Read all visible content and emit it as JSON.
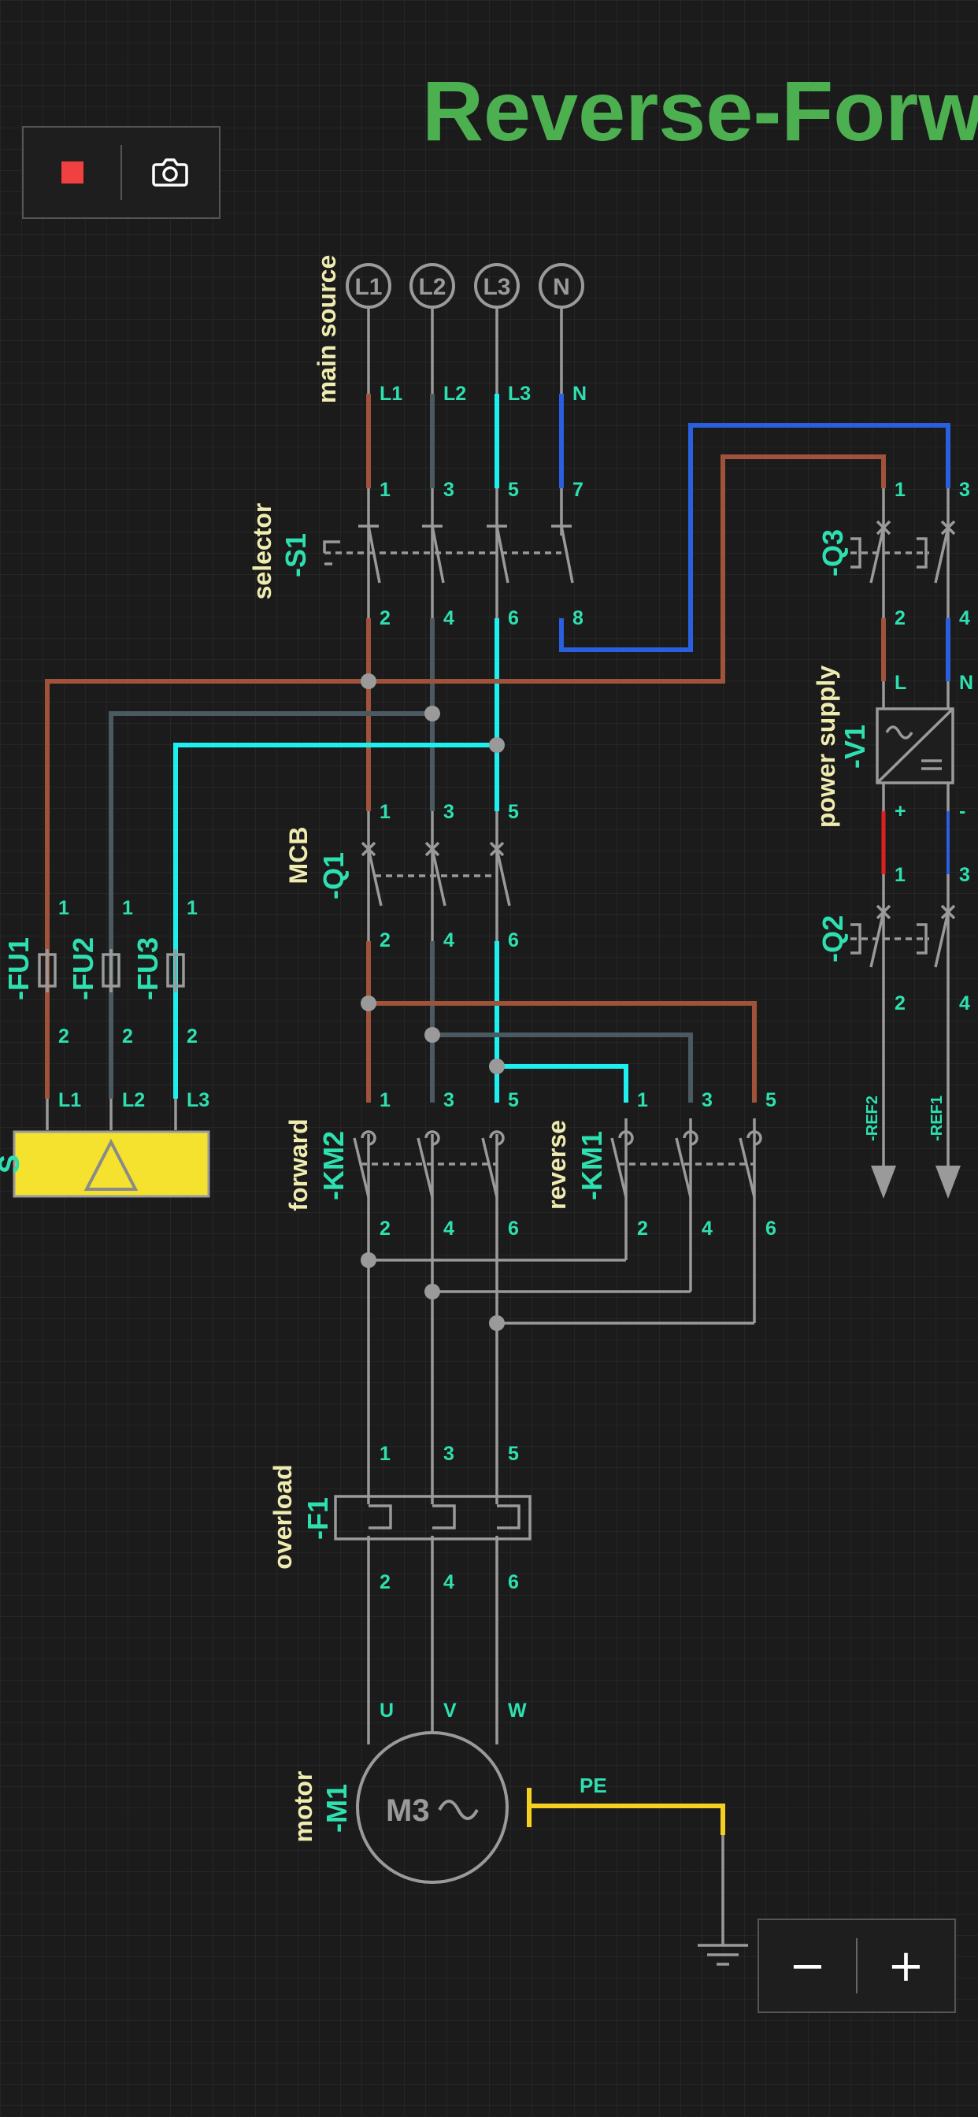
{
  "title": "Reverse-Forw",
  "colors": {
    "accent_green": "#4caf50",
    "label_teal": "#2ee0b0",
    "label_yellow": "#f0ecb0",
    "wire_gray": "#9a9a9a",
    "phase_brown": "#a0523a",
    "phase_slate": "#4a5a60",
    "phase_cyan": "#1ef0f0",
    "neutral_blue": "#2a5fe0",
    "earth_yellow": "#f5d020",
    "plus_red": "#e02020",
    "stop_red": "#f04040"
  },
  "toolbar": {
    "stop_icon": "stop-icon",
    "camera_icon": "camera-icon"
  },
  "zoom": {
    "out_label": "−",
    "in_label": "+"
  },
  "source": {
    "desc": "main source",
    "terminals": [
      "L1",
      "L2",
      "L3",
      "N"
    ],
    "lines": [
      "L1",
      "L2",
      "L3",
      "N"
    ]
  },
  "selector": {
    "desc": "selector",
    "tag": "-S1",
    "top_pins": [
      "1",
      "3",
      "5",
      "7"
    ],
    "bottom_pins": [
      "2",
      "4",
      "6",
      "8"
    ]
  },
  "mcb": {
    "desc": "MCB",
    "tag": "-Q1",
    "top_pins": [
      "1",
      "3",
      "5"
    ],
    "bottom_pins": [
      "2",
      "4",
      "6"
    ]
  },
  "fuses": {
    "tags": [
      "-FU1",
      "-FU2",
      "-FU3"
    ],
    "top_pins": [
      "1",
      "1",
      "1"
    ],
    "bottom_pins": [
      "2",
      "2",
      "2"
    ],
    "lines": [
      "L1",
      "L2",
      "L3"
    ],
    "partial_tag": "S"
  },
  "forward": {
    "desc": "forward",
    "tag": "-KM2",
    "top_pins": [
      "1",
      "3",
      "5"
    ],
    "bottom_pins": [
      "2",
      "4",
      "6"
    ]
  },
  "reverse": {
    "desc": "reverse",
    "tag": "-KM1",
    "top_pins": [
      "1",
      "3",
      "5"
    ],
    "bottom_pins": [
      "2",
      "4",
      "6"
    ]
  },
  "overload": {
    "desc": "overload",
    "tag": "-F1",
    "top_pins": [
      "1",
      "3",
      "5"
    ],
    "bottom_pins": [
      "2",
      "4",
      "6"
    ]
  },
  "motor": {
    "desc": "motor",
    "tag": "-M1",
    "symbol": "M3",
    "terminals": [
      "U",
      "V",
      "W"
    ],
    "pe": "PE"
  },
  "q3": {
    "tag": "-Q3",
    "top_pins": [
      "1",
      "3"
    ],
    "bottom_pins": [
      "2",
      "4"
    ]
  },
  "power_supply": {
    "desc": "power supply",
    "tag": "-V1",
    "in_pins": [
      "L",
      "N"
    ],
    "out_pins": [
      "+",
      "-"
    ]
  },
  "q2": {
    "tag": "-Q2",
    "top_pins": [
      "1",
      "3"
    ],
    "bottom_pins": [
      "2",
      "4"
    ]
  },
  "refs": [
    "-REF2",
    "-REF1"
  ]
}
